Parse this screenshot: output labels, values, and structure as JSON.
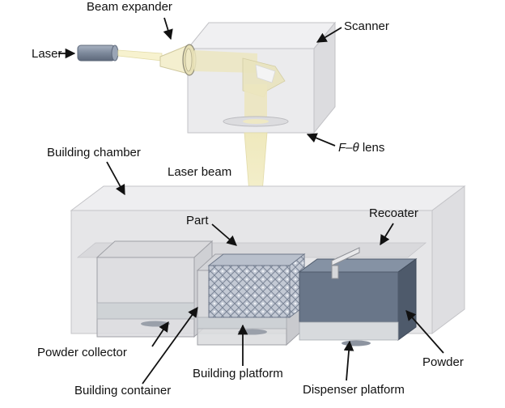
{
  "labels": {
    "beam_expander": "Beam expander",
    "scanner": "Scanner",
    "laser": "Laser",
    "ftheta_f": "F",
    "ftheta_dash": "–",
    "ftheta_theta": "θ",
    "ftheta_lens": " lens",
    "building_chamber": "Building chamber",
    "laser_beam": "Laser beam",
    "part": "Part",
    "recoater": "Recoater",
    "powder_collector": "Powder collector",
    "building_container": "Building container",
    "building_platform": "Building platform",
    "dispenser_platform": "Dispenser platform",
    "powder": "Powder"
  },
  "colors": {
    "box_fill": "#e8e8ea",
    "box_edge": "#b9b9bd",
    "beam": "#f6f1c8",
    "laser_body": "#8a96a8",
    "powder_dark": "#5f6d80",
    "part_fill": "#aab3c3"
  }
}
